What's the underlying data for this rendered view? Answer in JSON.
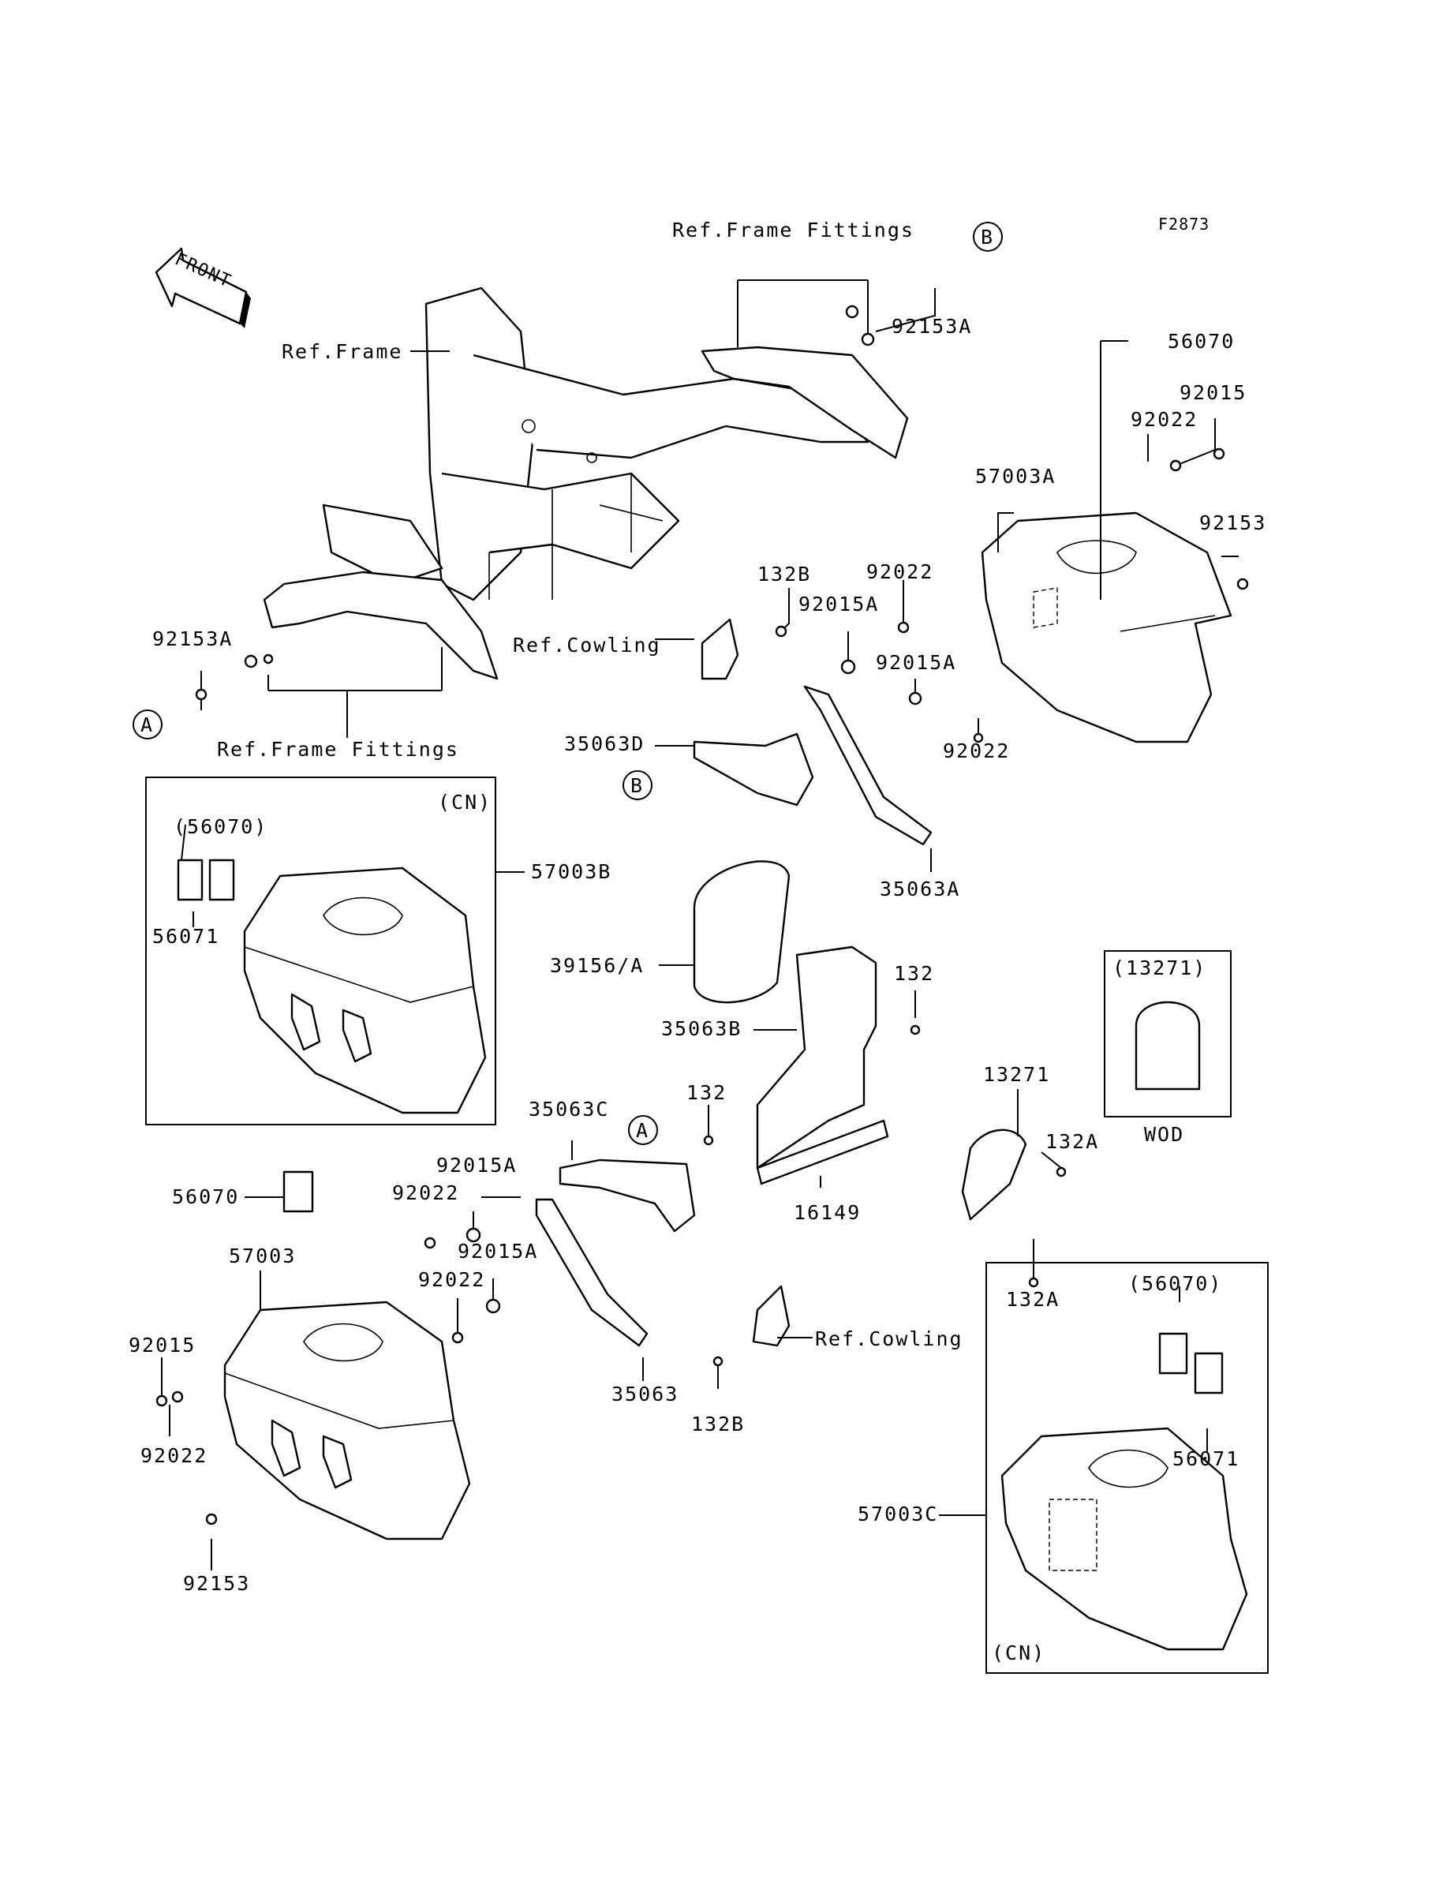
{
  "figure_code": "F2873",
  "front_label": "FRONT",
  "refs": {
    "frame": "Ref.Frame",
    "frame_fittings_top": "Ref.Frame Fittings",
    "frame_fittings_left": "Ref.Frame Fittings",
    "cowling_top": "Ref.Cowling",
    "cowling_bottom": "Ref.Cowling"
  },
  "markers": {
    "a1": "A",
    "a2": "A",
    "b1": "B",
    "b2": "B"
  },
  "boxes": {
    "cn_left": "(CN)",
    "cn_right": "(CN)",
    "wod": "WOD",
    "wod_ref": "(13271)"
  },
  "parts": {
    "p92153A_top": "92153A",
    "p56070_top": "56070",
    "p92015_top": "92015",
    "p92022_top": "92022",
    "p57003A": "57003A",
    "p92153_right": "92153",
    "p132B_top": "132B",
    "p92022_mid": "92022",
    "p92015A_a": "92015A",
    "p92015A_b": "92015A",
    "p92022_right": "92022",
    "p92153A_left": "92153A",
    "p35063D": "35063D",
    "p35063A": "35063A",
    "p56070_cn": "(56070)",
    "p56071_left": "56071",
    "p57003B": "57003B",
    "p39156": "39156/A",
    "p35063B": "35063B",
    "p132_a": "132",
    "p132_b": "132",
    "p13271": "13271",
    "p132A_a": "132A",
    "p132A_b": "132A",
    "p35063C": "35063C",
    "p16149": "16149",
    "p92015A_c": "92015A",
    "p92022_c": "92022",
    "p56070_low": "56070",
    "p57003": "57003",
    "p92015A_d": "92015A",
    "p92022_d": "92022",
    "p92015_low": "92015",
    "p92022_low": "92022",
    "p35063": "35063",
    "p132B_low": "132B",
    "p92153_low": "92153",
    "p56070_cn2": "(56070)",
    "p56071_right": "56071",
    "p57003C": "57003C"
  }
}
